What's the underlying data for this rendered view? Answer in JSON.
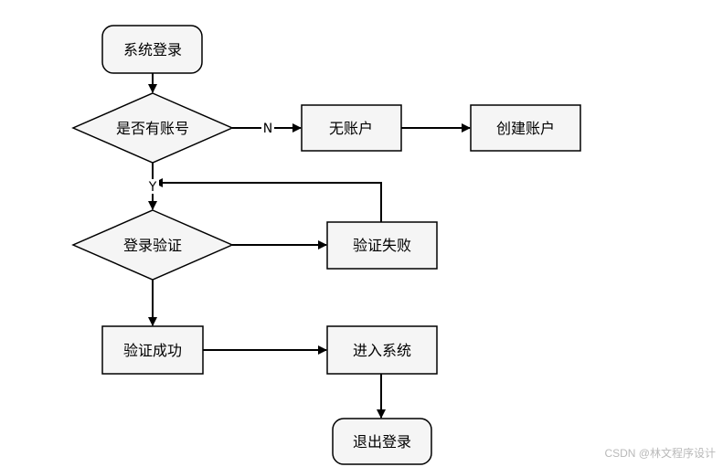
{
  "flowchart": {
    "nodes": {
      "start": "系统登录",
      "has_account": "是否有账号",
      "no_account": "无账户",
      "create_account": "创建账户",
      "login_verify": "登录验证",
      "verify_fail": "验证失败",
      "verify_success": "验证成功",
      "enter_system": "进入系统",
      "logout": "退出登录"
    },
    "edge_labels": {
      "no": "N",
      "yes": "Y"
    }
  },
  "watermark": "CSDN @林文程序设计"
}
